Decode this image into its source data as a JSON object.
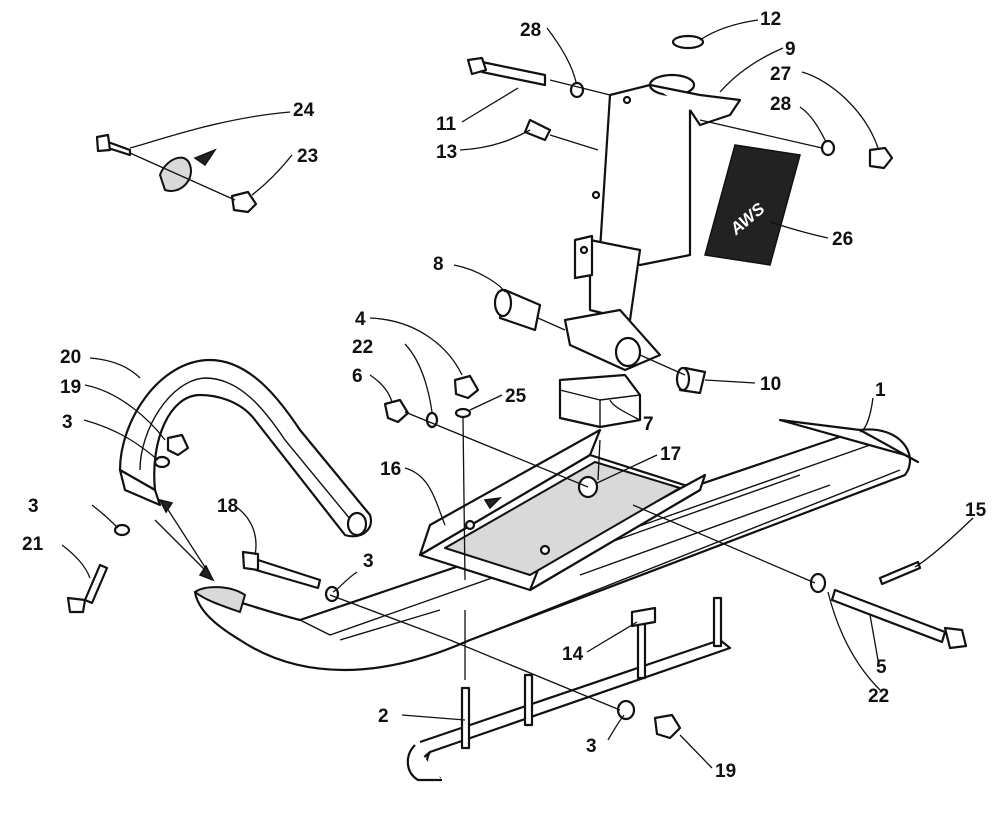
{
  "diagram": {
    "callouts": [
      "1",
      "2",
      "3",
      "4",
      "5",
      "6",
      "7",
      "8",
      "9",
      "10",
      "11",
      "12",
      "13",
      "14",
      "15",
      "16",
      "17",
      "18",
      "19",
      "20",
      "21",
      "22",
      "23",
      "24",
      "25",
      "26",
      "27",
      "28"
    ],
    "labels": {
      "c1": "1",
      "c2": "2",
      "c3a": "3",
      "c3b": "3",
      "c3c": "3",
      "c3d": "3",
      "c4": "4",
      "c5": "5",
      "c6": "6",
      "c7": "7",
      "c8": "8",
      "c9": "9",
      "c10": "10",
      "c11": "11",
      "c12": "12",
      "c13": "13",
      "c14": "14",
      "c15": "15",
      "c16": "16",
      "c17": "17",
      "c18": "18",
      "c19a": "19",
      "c19b": "19",
      "c20": "20",
      "c21": "21",
      "c22a": "22",
      "c22b": "22",
      "c23": "23",
      "c24": "24",
      "c25": "25",
      "c26": "26",
      "c27": "27",
      "c28a": "28",
      "c28b": "28"
    },
    "decal_text": "AWS"
  }
}
